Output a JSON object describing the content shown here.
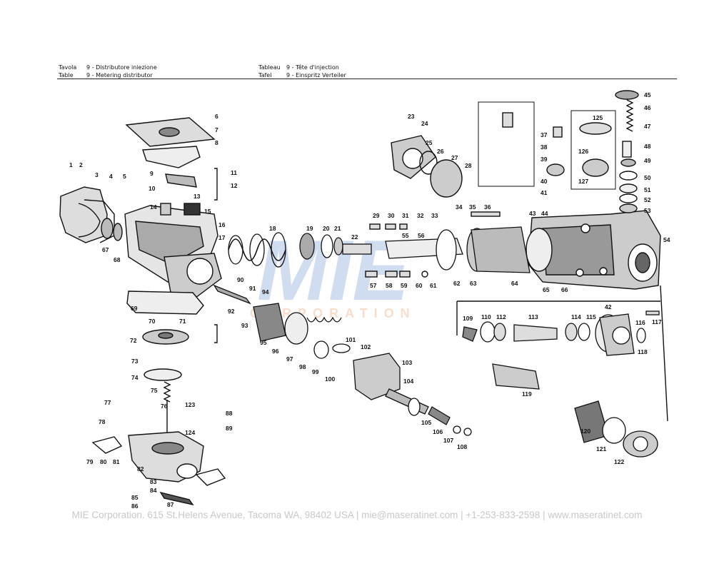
{
  "header": {
    "it_key": "Tavola",
    "it_value": "9 - Distributore iniezione",
    "en_key": "Table",
    "en_value": "9 - Metering distributor",
    "fr_key": "Tableau",
    "fr_value": "9 - Tête d'injection",
    "de_key": "Tafel",
    "de_value": "9 - Einspritz Verteiler"
  },
  "watermark": {
    "logo": "MIE",
    "text": "CORPORATION"
  },
  "labels": [
    "1",
    "2",
    "3",
    "4",
    "5",
    "6",
    "7",
    "8",
    "9",
    "10",
    "11",
    "12",
    "13",
    "14",
    "15",
    "16",
    "17",
    "18",
    "19",
    "20",
    "21",
    "22",
    "23",
    "24",
    "25",
    "26",
    "27",
    "28",
    "29",
    "30",
    "31",
    "32",
    "33",
    "34",
    "35",
    "36",
    "37",
    "38",
    "39",
    "40",
    "41",
    "42",
    "43",
    "44",
    "45",
    "46",
    "47",
    "48",
    "49",
    "50",
    "51",
    "52",
    "53",
    "54",
    "55",
    "56",
    "57",
    "58",
    "59",
    "60",
    "61",
    "62",
    "63",
    "64",
    "65",
    "66",
    "67",
    "68",
    "69",
    "70",
    "71",
    "72",
    "73",
    "74",
    "75",
    "76",
    "77",
    "78",
    "79",
    "80",
    "81",
    "82",
    "83",
    "84",
    "85",
    "86",
    "87",
    "88",
    "89",
    "90",
    "91",
    "92",
    "93",
    "94",
    "95",
    "96",
    "97",
    "98",
    "99",
    "100",
    "101",
    "102",
    "103",
    "104",
    "105",
    "106",
    "107",
    "108",
    "109",
    "110",
    "112",
    "113",
    "114",
    "115",
    "116",
    "117",
    "118",
    "119",
    "120",
    "121",
    "122",
    "123",
    "124",
    "125",
    "126",
    "127"
  ],
  "footer": "MIE Corporation. 615 St.Helens Avenue, Tacoma WA, 98402 USA  |  mie@maseratinet.com  |   +1-253-833-2598   |  www.maseratinet.com"
}
